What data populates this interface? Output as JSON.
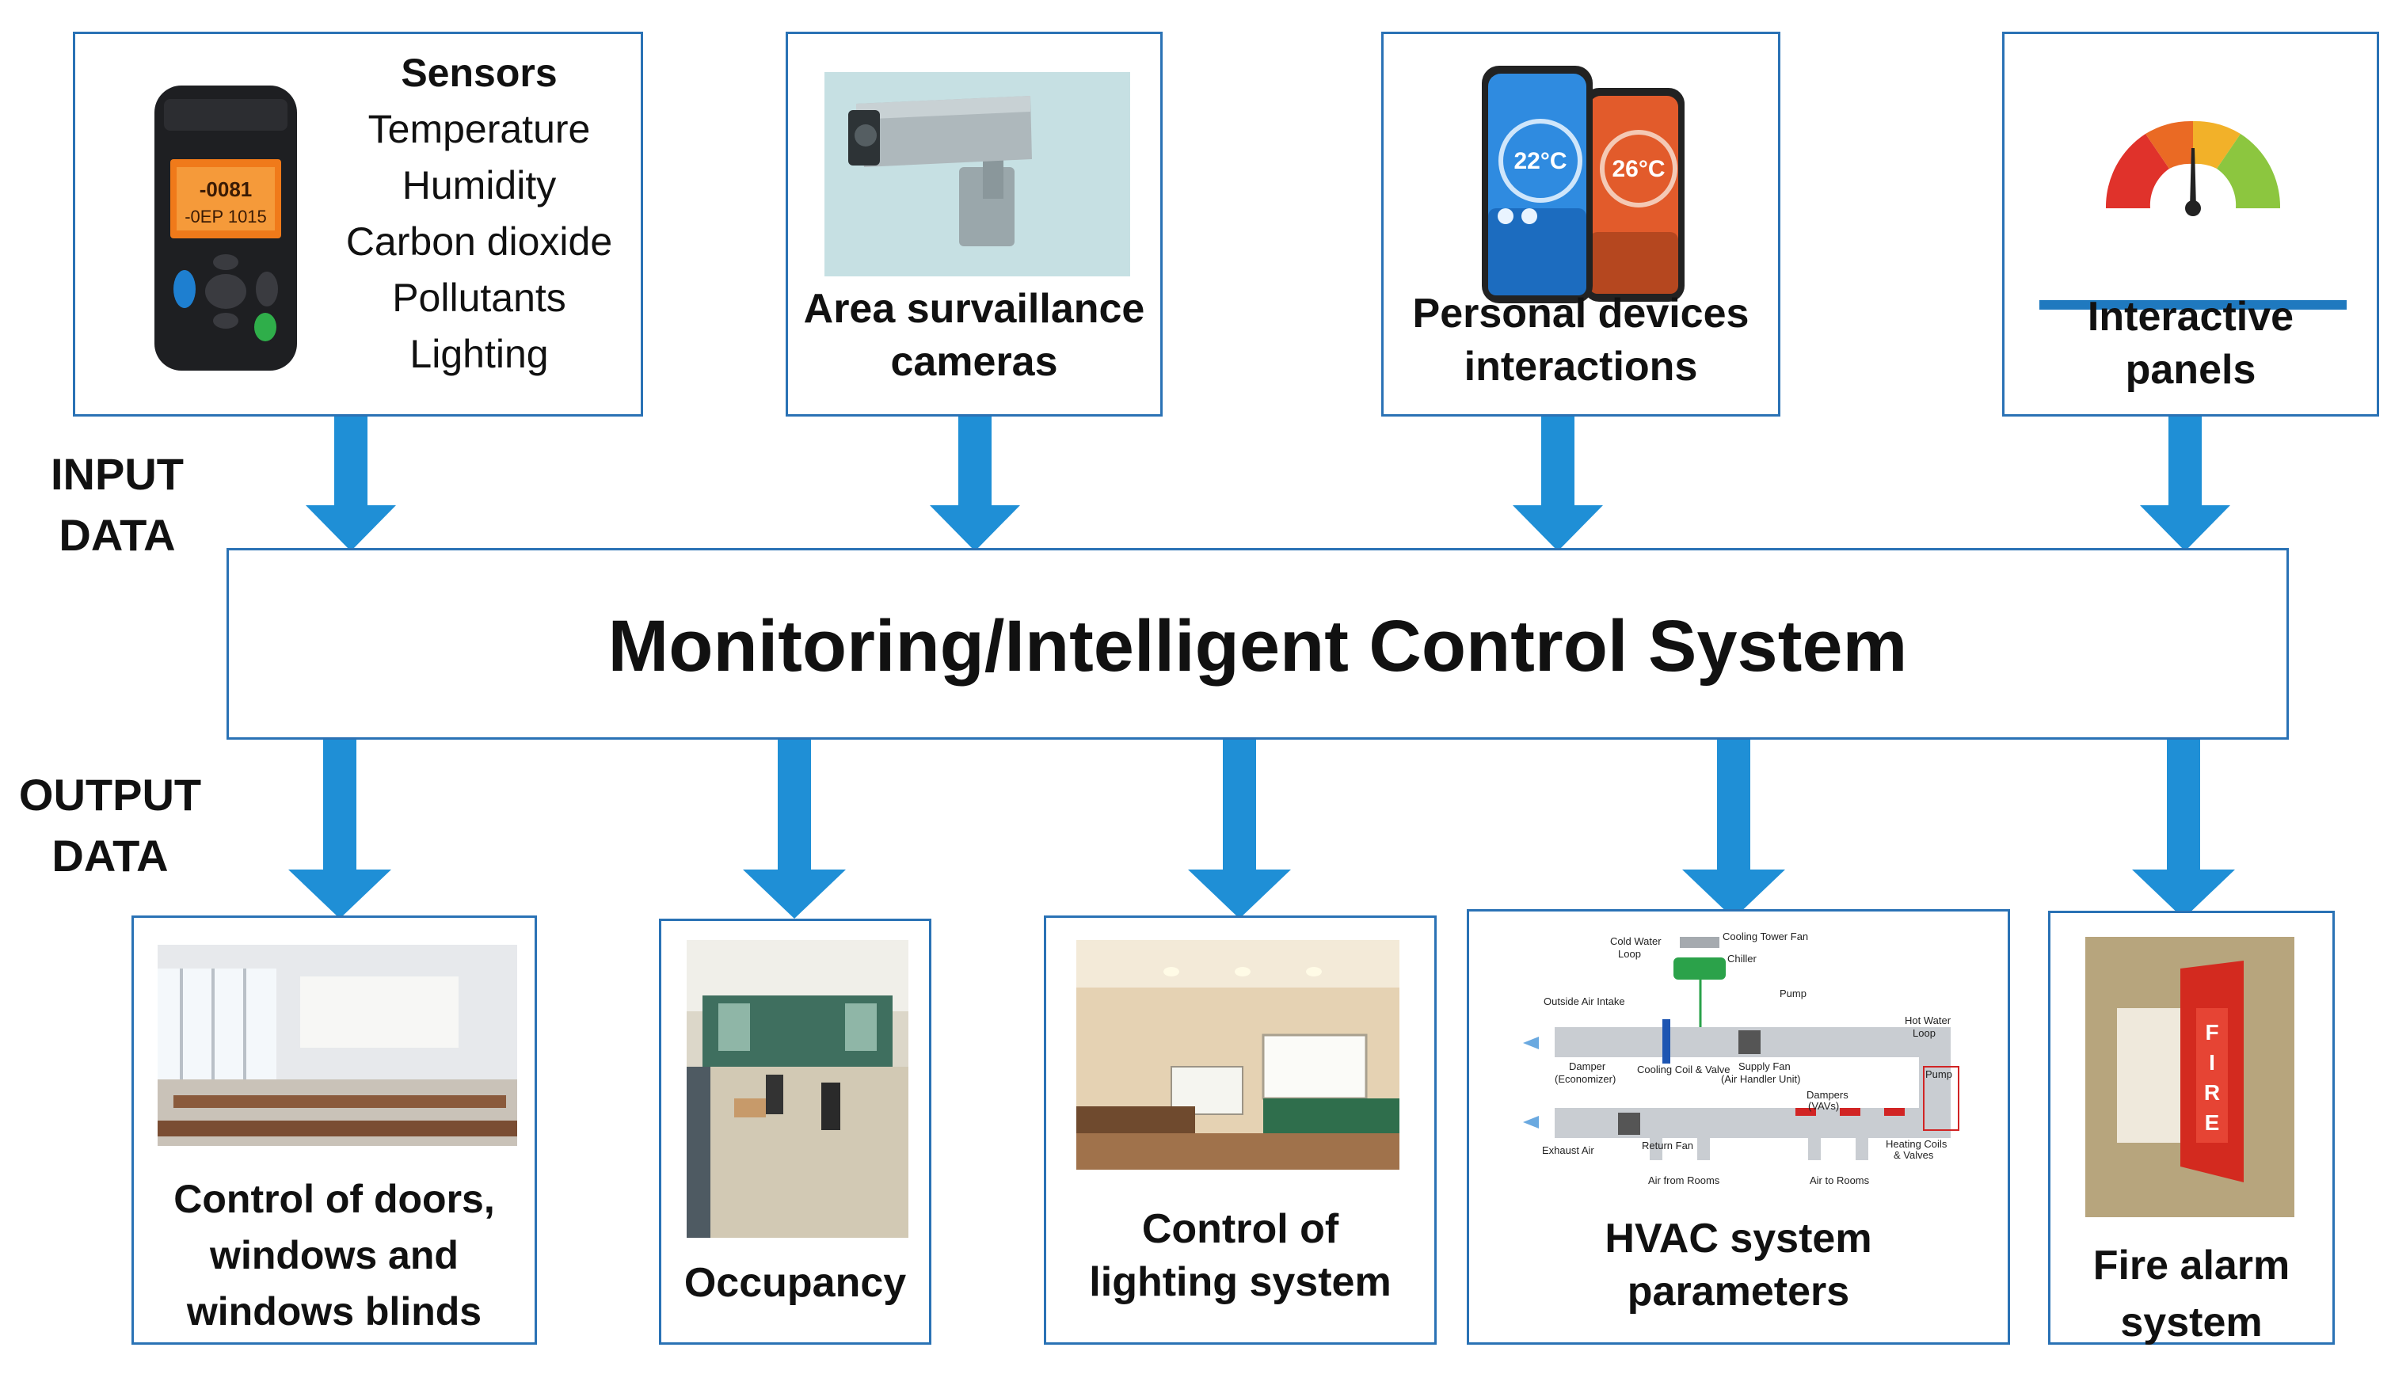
{
  "side_labels": {
    "input": [
      "INPUT",
      "DATA"
    ],
    "output": [
      "OUTPUT",
      "DATA"
    ]
  },
  "center": {
    "title": "Monitoring/Intelligent Control System"
  },
  "inputs": [
    {
      "name": "sensors",
      "title": "Sensors",
      "items": [
        "Temperature",
        "Humidity",
        "Carbon dioxide",
        "Pollutants",
        "Lighting"
      ]
    },
    {
      "name": "cameras",
      "lines": [
        "Area survaillance",
        "cameras"
      ]
    },
    {
      "name": "personal-devices",
      "lines": [
        "Personal devices",
        "interactions"
      ],
      "phone_readings": [
        "22°C",
        "26°C"
      ]
    },
    {
      "name": "panels",
      "lines": [
        "Interactive",
        "panels"
      ]
    }
  ],
  "outputs": [
    {
      "name": "doors-windows",
      "lines": [
        "Control of doors,",
        "windows and",
        "windows blinds"
      ]
    },
    {
      "name": "occupancy",
      "lines": [
        "Occupancy"
      ]
    },
    {
      "name": "lighting",
      "lines": [
        "Control of",
        "lighting system"
      ]
    },
    {
      "name": "hvac",
      "lines": [
        "HVAC system",
        "parameters"
      ],
      "diagram_labels": {
        "cold_water": [
          "Cold Water",
          "Loop"
        ],
        "cooling_tower": "Cooling Tower Fan",
        "chiller": "Chiller",
        "pump_top": "Pump",
        "outside_air": "Outside Air Intake",
        "damper": [
          "Damper",
          "(Economizer)"
        ],
        "cooling_coil": "Cooling Coil & Valve",
        "supply_fan": [
          "Supply Fan",
          "(Air Handler Unit)"
        ],
        "hot_water": [
          "Hot Water",
          "Loop"
        ],
        "pump_right": "Pump",
        "dampers_vav": [
          "Dampers",
          "(VAVs)"
        ],
        "exhaust": "Exhaust Air",
        "return_fan": "Return Fan",
        "heating": [
          "Heating Coils",
          "& Valves"
        ],
        "air_from": "Air from Rooms",
        "air_to": "Air to Rooms"
      }
    },
    {
      "name": "fire-alarm",
      "lines": [
        "Fire alarm",
        "system"
      ],
      "sign": "FIRE"
    }
  ],
  "colors": {
    "border": "#2a72b5",
    "arrow": "#1f8fd6",
    "text": "#111111"
  }
}
